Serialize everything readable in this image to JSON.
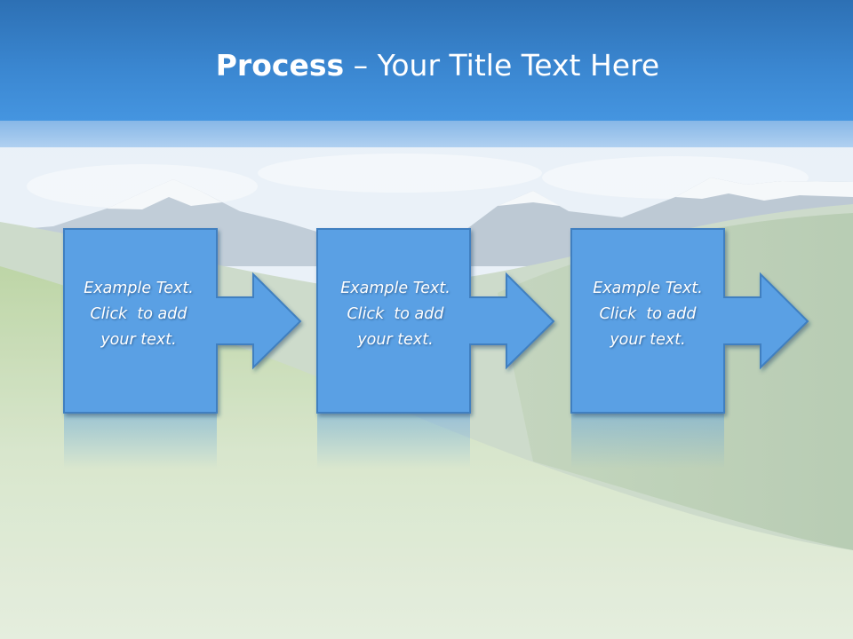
{
  "slide": {
    "title_bold": "Process",
    "title_rest": " – Your Title Text Here"
  },
  "steps": [
    {
      "line1": "Example Text.",
      "line2": "Click  to add",
      "line3": "your text."
    },
    {
      "line1": "Example Text.",
      "line2": "Click  to add",
      "line3": "your text."
    },
    {
      "line1": "Example Text.",
      "line2": "Click  to add",
      "line3": "your text."
    }
  ],
  "colors": {
    "header": "#3a86d0",
    "box_fill": "#5aa0e4",
    "box_stroke": "#3f7fc0",
    "text": "#ffffff"
  }
}
